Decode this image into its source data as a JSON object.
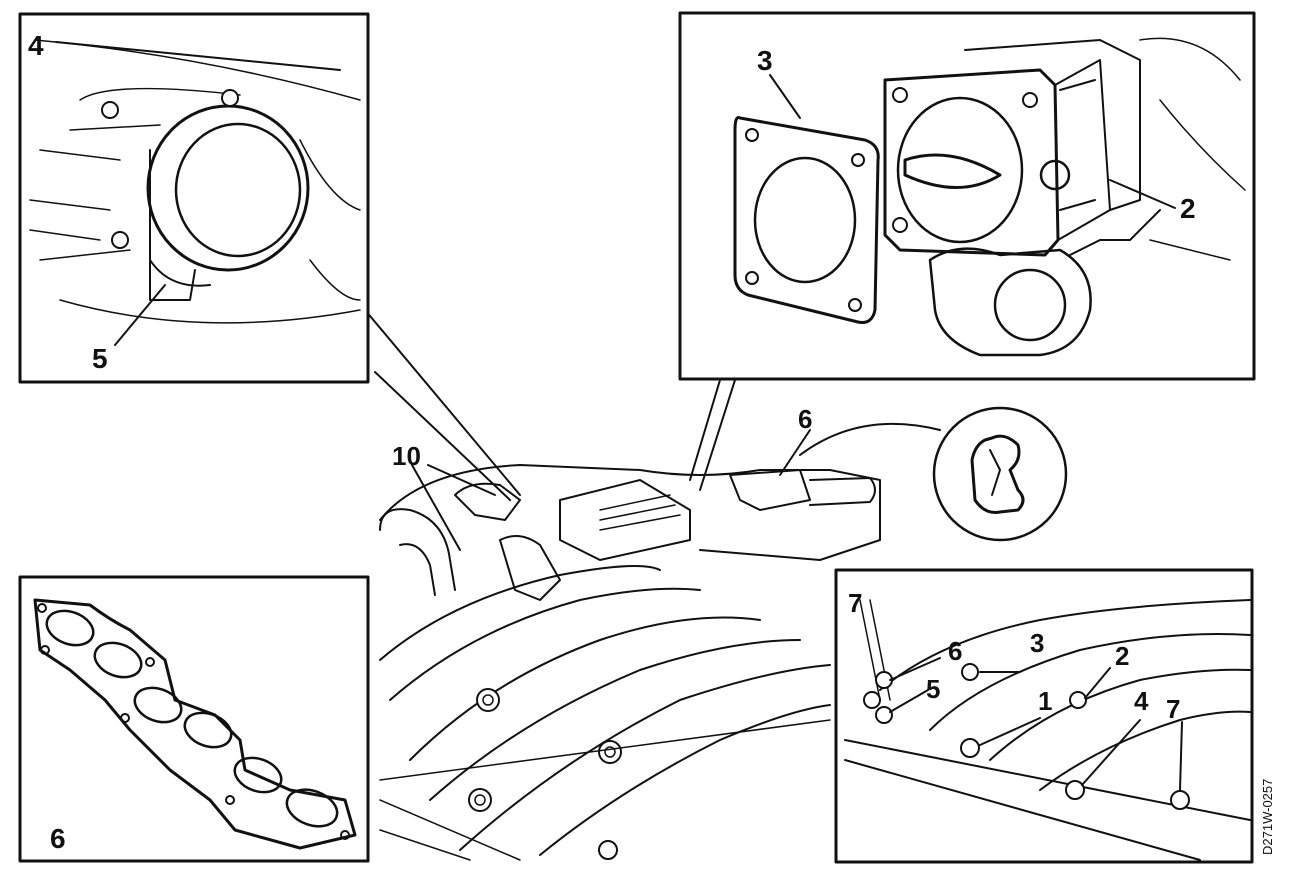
{
  "labels": {
    "inset_top_left": {
      "callout_4": "4",
      "callout_5": "5"
    },
    "inset_top_right": {
      "callout_3": "3",
      "callout_2": "2"
    },
    "main_view": {
      "callout_10": "10",
      "callout_6": "6"
    },
    "inset_bottom_left": {
      "callout_6": "6"
    },
    "inset_bottom_right": {
      "callout_7a": "7",
      "callout_6": "6",
      "callout_3": "3",
      "callout_2": "2",
      "callout_5": "5",
      "callout_1": "1",
      "callout_4": "4",
      "callout_7b": "7"
    }
  },
  "drawing_code": "D271W-0257",
  "colors": {
    "ink": "#111111",
    "paper": "#ffffff"
  }
}
